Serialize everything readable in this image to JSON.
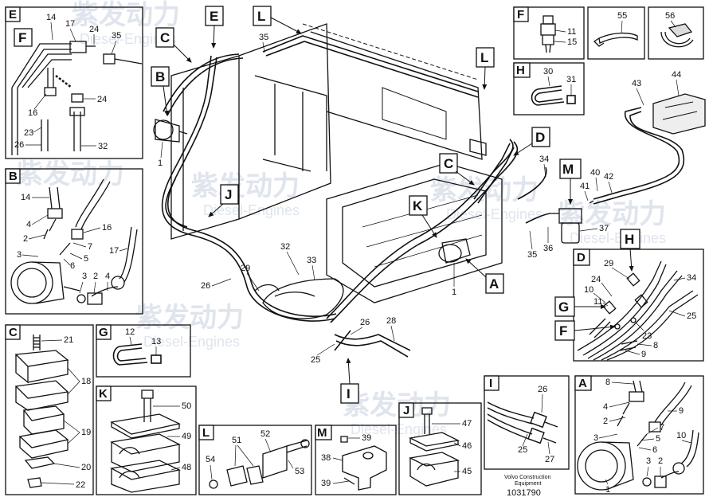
{
  "watermark": {
    "cn": "紫发动力",
    "en": "Diesel-Engines"
  },
  "footer": {
    "brand_line1": "Volvo Construction",
    "brand_line2": "Equipment",
    "drawing_number": "1031790"
  },
  "detail_boxes": {
    "E": {
      "letter": "E",
      "sub_letter": "F",
      "parts": [
        "14",
        "17",
        "24",
        "35",
        "24",
        "16",
        "23",
        "26",
        "32"
      ]
    },
    "B": {
      "letter": "B",
      "parts": [
        "14",
        "4",
        "2",
        "3",
        "16",
        "7",
        "6",
        "5",
        "17",
        "3",
        "2",
        "4"
      ]
    },
    "C": {
      "letter": "C",
      "parts": [
        "21",
        "18",
        "19",
        "20",
        "22"
      ]
    },
    "G": {
      "letter": "G",
      "parts": [
        "12",
        "13"
      ]
    },
    "K": {
      "letter": "K",
      "parts": [
        "50",
        "49",
        "48"
      ]
    },
    "L": {
      "letter": "L",
      "parts": [
        "51",
        "52",
        "54",
        "53"
      ]
    },
    "M": {
      "letter": "M",
      "parts": [
        "39",
        "38",
        "39"
      ]
    },
    "J": {
      "letter": "J",
      "parts": [
        "47",
        "46",
        "45"
      ]
    },
    "I": {
      "letter": "I",
      "parts": [
        "26",
        "25",
        "27"
      ]
    },
    "A": {
      "letter": "A",
      "parts": [
        "8",
        "9",
        "4",
        "2",
        "3",
        "7",
        "5",
        "6",
        "10",
        "3",
        "2",
        "1"
      ]
    },
    "F": {
      "letter": "F",
      "parts": [
        "11",
        "15"
      ]
    },
    "P55": {
      "parts": [
        "55"
      ]
    },
    "P56": {
      "parts": [
        "56"
      ]
    },
    "H": {
      "letter": "H",
      "parts": [
        "30",
        "31"
      ]
    },
    "D": {
      "letter": "D",
      "callouts": [
        "H",
        "G",
        "F"
      ],
      "parts": [
        "29",
        "24",
        "10",
        "11",
        "34",
        "25",
        "23",
        "8",
        "9"
      ]
    }
  },
  "main_callouts": {
    "letters": [
      "B",
      "C",
      "E",
      "L",
      "L",
      "J",
      "K",
      "C",
      "D",
      "M",
      "A",
      "I"
    ],
    "parts": [
      "1",
      "35",
      "32",
      "33",
      "29",
      "26",
      "26",
      "28",
      "25",
      "1",
      "34",
      "35",
      "36",
      "37",
      "40",
      "41",
      "42",
      "43",
      "44"
    ]
  }
}
